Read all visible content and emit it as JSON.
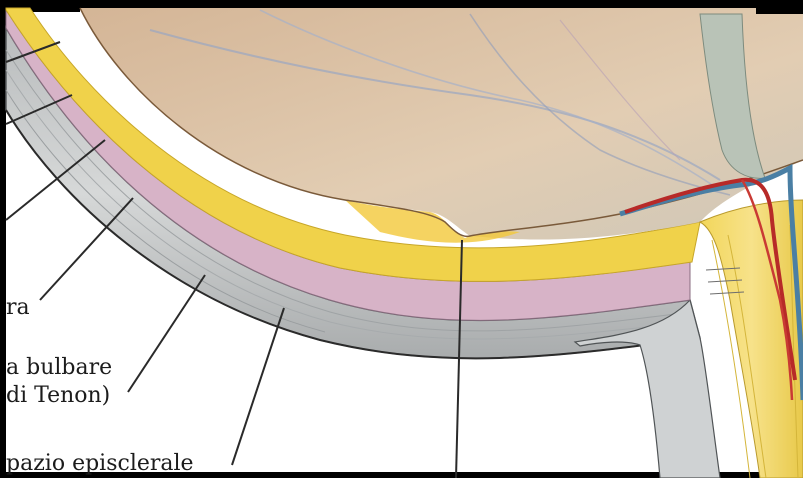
{
  "figure": {
    "labels": {
      "sclera_fragment": "ra",
      "tenon_line1": "a bulbare",
      "tenon_line2": "di Tenon)",
      "episcleral": "pazio episclerale"
    }
  },
  "colors": {
    "frame": "#000000",
    "background": "#ffffff",
    "retina": "#dcc3a6",
    "choroid_yellow": "#f1d44a",
    "pink_layer": "#d8b4c8",
    "sclera_gray": "#c6c9ca",
    "optic_nerve": "#ecd468",
    "artery_red": "#b72a28",
    "vein_blue": "#4a7fa4",
    "vessels_faint": "#9aa7c2",
    "leader_line": "#2a2a2a"
  }
}
